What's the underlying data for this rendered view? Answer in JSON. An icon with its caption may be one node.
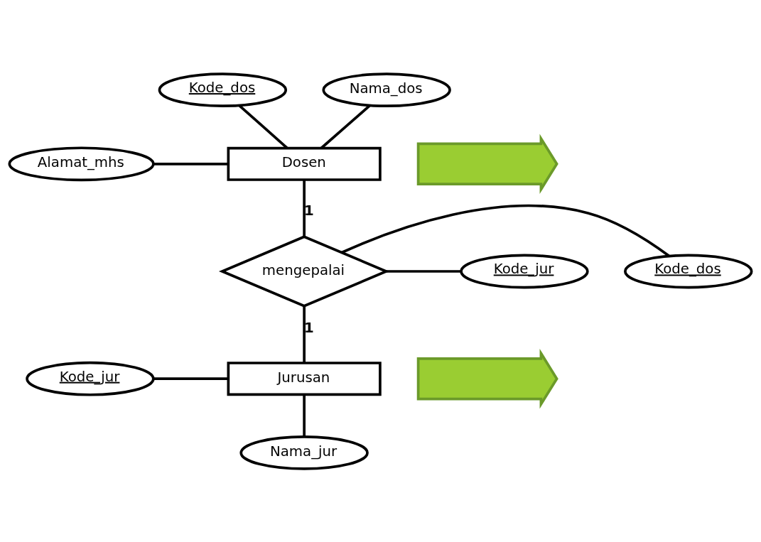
{
  "diagram": {
    "nodes": [
      {
        "text": [
          "Kode_dos"
        ]
      },
      {
        "text": [
          "Nama_dos"
        ]
      },
      {
        "text": [
          "Dosen"
        ]
      },
      {
        "text": [
          "Alamat_mhs"
        ]
      },
      {
        "text": [
          "Kode_dos"
        ]
      },
      {
        "text": [
          "mengepalai"
        ]
      },
      {
        "text": [
          "Kode_jur"
        ]
      },
      {
        "text": [
          "Kode_jur"
        ]
      },
      {
        "text": [
          "Jurusan"
        ]
      },
      {
        "text": [
          "Nama_jur"
        ]
      },
      {
        "text": [],
        "shape": "arrow"
      },
      {
        "text": [],
        "shape": "arrow"
      }
    ],
    "edges": [
      {
        "from": 0,
        "to": 2,
        "arrow": "none"
      },
      {
        "from": 1,
        "to": 2,
        "arrow": "none"
      },
      {
        "from": 3,
        "to": 2,
        "arrow": "none"
      },
      {
        "from": 2,
        "to": 5,
        "arrow": "none",
        "label": "1"
      },
      {
        "from": 5,
        "to": 4,
        "arrow": "none"
      },
      {
        "from": 5,
        "to": 6,
        "arrow": "none"
      },
      {
        "from": 5,
        "to": 8,
        "arrow": "none",
        "label": "1"
      },
      {
        "from": 7,
        "to": 8,
        "arrow": "none"
      },
      {
        "from": 8,
        "to": 9,
        "arrow": "none"
      }
    ]
  }
}
